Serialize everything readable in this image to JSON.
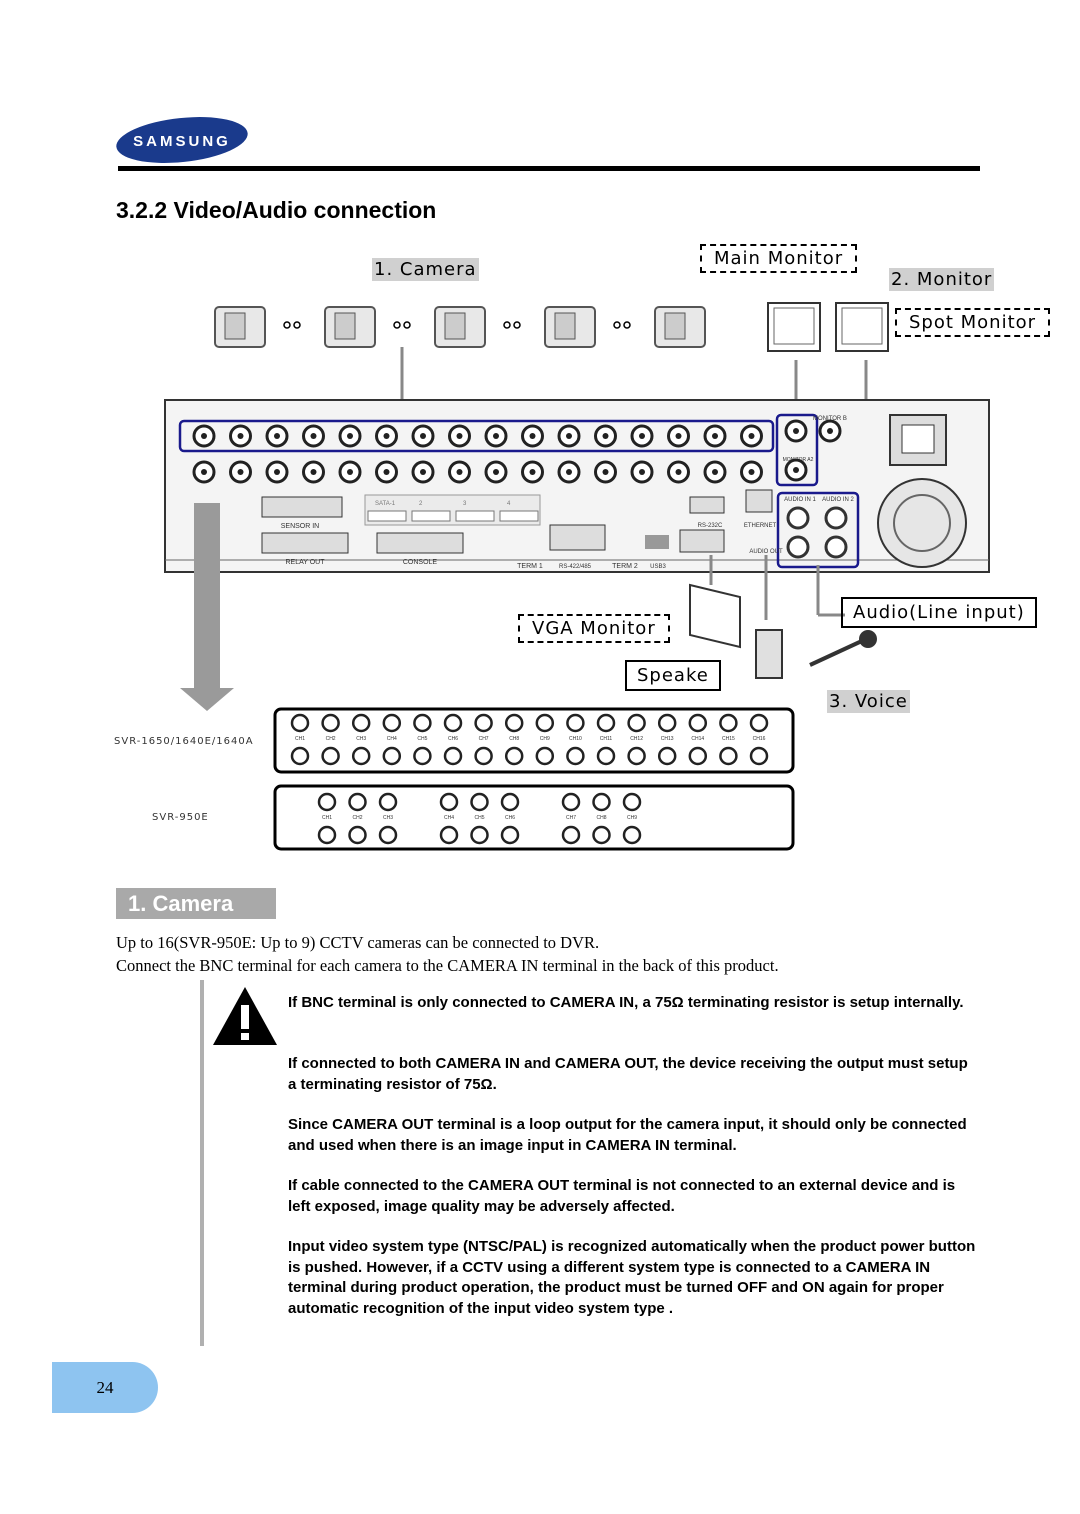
{
  "brand": "SAMSUNG",
  "section_title": "3.2.2 Video/Audio connection",
  "diagram": {
    "camera_label": "1. Camera",
    "monitor_label": "2. Monitor",
    "main_monitor_label": "Main Monitor",
    "spot_monitor_label": "Spot Monitor",
    "vga_monitor_label": "VGA Monitor",
    "speaker_label": "Speake",
    "audio_input_label": "Audio(Line input)",
    "voice_label": "3. Voice",
    "model_1650": "SVR-1650/1640E/1640A",
    "model_950": "SVR-950E",
    "panel": {
      "sensor_in": "SENSOR IN",
      "relay_out": "RELAY OUT",
      "console": "CONSOLE",
      "term1": "TERM 1",
      "rs422": "RS-422/485",
      "term2": "TERM 2",
      "usb": "USB3",
      "rs232": "RS-232C",
      "ethernet": "ETHERNET",
      "audio_in1": "AUDIO IN 1",
      "audio_in2": "AUDIO IN 2",
      "monitor_b": "MONITOR B",
      "monitor_a2": "MONITOR A2",
      "audio_out": "AUDIO OUT",
      "sata": [
        "SATA-1",
        "2",
        "3",
        "4"
      ]
    },
    "channels16": [
      "CH1",
      "CH2",
      "CH3",
      "CH4",
      "CH5",
      "CH6",
      "CH7",
      "CH8",
      "CH9",
      "CH10",
      "CH11",
      "CH12",
      "CH13",
      "CH14",
      "CH15",
      "CH16"
    ],
    "channels9": [
      "CH1",
      "CH2",
      "CH3",
      "CH4",
      "CH5",
      "CH6",
      "CH7",
      "CH8",
      "CH9"
    ]
  },
  "camera_section": {
    "heading": "1. Camera",
    "line1": "Up to 16(SVR-950E: Up to 9) CCTV cameras can be connected to DVR.",
    "line2": "Connect the BNC terminal for each camera to the CAMERA IN terminal in the back of this product."
  },
  "notes": [
    "If BNC terminal is only connected to CAMERA IN, a 75Ω terminating resistor is setup internally.",
    "If connected to both CAMERA IN and CAMERA OUT, the device receiving the output must setup a terminating resistor of 75Ω.",
    "Since CAMERA OUT terminal is a loop output for the camera input, it should only be connected and used when there is an image input in CAMERA IN terminal.",
    "If cable connected to the CAMERA OUT terminal is not connected to an external device and is left exposed, image quality may be adversely affected.",
    "Input video system type (NTSC/PAL) is recognized automatically when the product power button is pushed. However, if a CCTV using a different system type is connected to a CAMERA IN terminal during product operation, the product must be turned OFF and ON again for proper automatic recognition of the input video system type ."
  ],
  "page_number": "24"
}
